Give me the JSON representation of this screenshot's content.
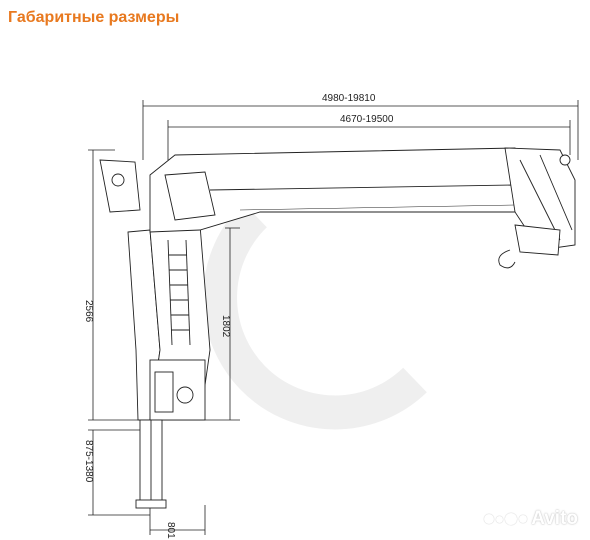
{
  "header": {
    "title": "Габаритные размеры"
  },
  "dimensions": {
    "outer_reach": "4980-19810",
    "boom_reach": "4670-19500",
    "total_height": "2566",
    "boom_height": "1802",
    "outrigger_height": "875-1380",
    "base_width": "801"
  },
  "watermark": {
    "text": "Avito"
  },
  "colors": {
    "title": "#e8791f",
    "line": "#222222",
    "watermark": "#ececec"
  }
}
